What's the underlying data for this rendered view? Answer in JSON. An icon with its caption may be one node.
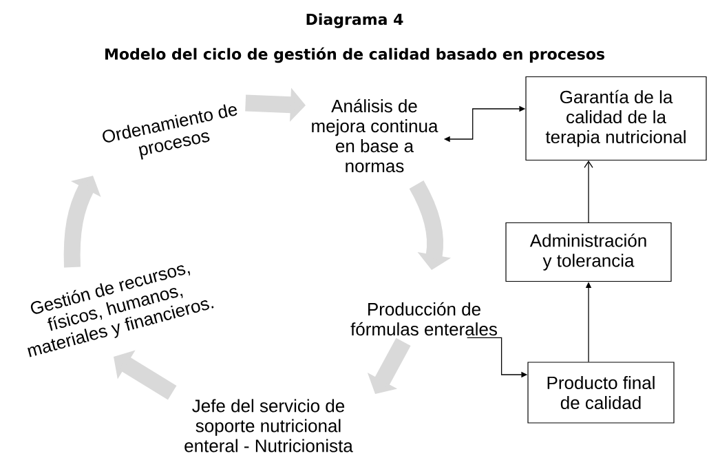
{
  "diagram": {
    "title": "Diagrama 4",
    "nodes": [
      {
        "text": [
          "Ordenamiento de procesos"
        ]
      },
      {
        "text": [
          "Análisis de mejora continua en base a normas"
        ]
      },
      {
        "text": [
          "Garantía de la calidad de la terapia nutricional"
        ]
      },
      {
        "text": [
          "Administración y tolerancia"
        ]
      },
      {
        "text": [
          "Producción de fórmulas enterales"
        ]
      },
      {
        "text": [
          "Producto final de calidad"
        ]
      },
      {
        "text": [
          "Jefe del servicio de soporte nutricional enteral - Nutricionista"
        ]
      },
      {
        "text": [
          "Gestión de recursos, físicos, humanos, materiales y financieros."
        ]
      }
    ],
    "edges": [
      {
        "from": 0,
        "to": 1,
        "arrow": "to"
      },
      {
        "from": 1,
        "to": 4,
        "arrow": "to"
      },
      {
        "from": 4,
        "to": 6,
        "arrow": "to"
      },
      {
        "from": 6,
        "to": 7,
        "arrow": "to"
      },
      {
        "from": 7,
        "to": 0,
        "arrow": "to"
      },
      {
        "from": 1,
        "to": 2,
        "arrow": "both",
        "color": "#000000"
      },
      {
        "from": 4,
        "to": 5,
        "arrow": "to",
        "color": "#000000"
      },
      {
        "from": 5,
        "to": 3,
        "arrow": "to",
        "color": "#000000"
      },
      {
        "from": 3,
        "to": 2,
        "arrow": "to",
        "color": "#000000"
      }
    ],
    "labels": [
      "Modelo del ciclo de gestión de calidad basado en procesos"
    ]
  }
}
